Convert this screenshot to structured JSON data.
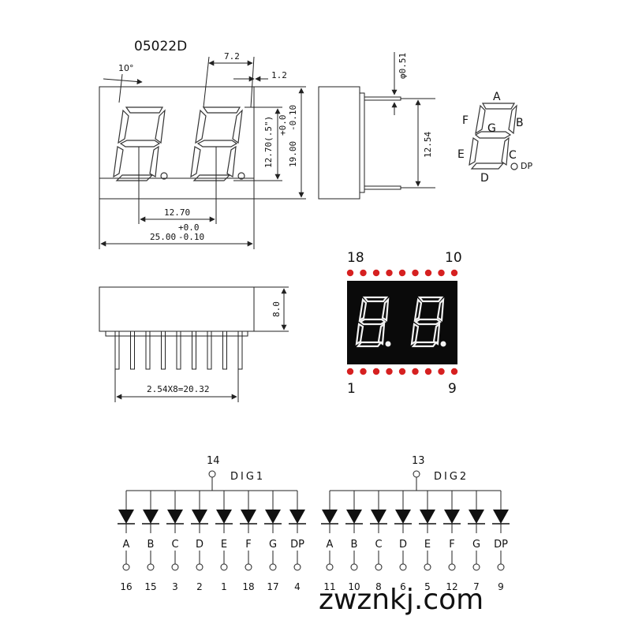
{
  "part_number": "05022D",
  "front_view": {
    "angle": "10°",
    "digit_width": "7.2",
    "offset": "1.2",
    "digit_height": "12.70(.5\")",
    "height_tol_plus": "+0.0",
    "height_total": "19.00",
    "height_tol_minus": "-0.10",
    "digit_pitch": "12.70",
    "width_tol_plus": "+0.0",
    "width_total": "25.00",
    "width_tol_minus": "-0.10"
  },
  "side_view": {
    "pin_diameter": "φ0.51",
    "pin_spacing": "12.54"
  },
  "bottom_view": {
    "depth": "8.0",
    "pin_pitch": "2.54X8=20.32"
  },
  "segment_map": {
    "labels": [
      "A",
      "B",
      "C",
      "D",
      "E",
      "F",
      "G",
      "DP"
    ]
  },
  "photo": {
    "pin_top_left": "18",
    "pin_top_right": "10",
    "pin_bottom_left": "1",
    "pin_bottom_right": "9"
  },
  "schematic": {
    "digit1": {
      "common_pin": "14",
      "name": "DIG1",
      "segments": [
        "A",
        "B",
        "C",
        "D",
        "E",
        "F",
        "G",
        "DP"
      ],
      "pins": [
        "16",
        "15",
        "3",
        "2",
        "1",
        "18",
        "17",
        "4"
      ]
    },
    "digit2": {
      "common_pin": "13",
      "name": "DIG2",
      "segments": [
        "A",
        "B",
        "C",
        "D",
        "E",
        "F",
        "G",
        "DP"
      ],
      "pins": [
        "11",
        "10",
        "8",
        "6",
        "5",
        "12",
        "7",
        "9"
      ]
    }
  },
  "watermark": "zwznkj.com",
  "colors": {
    "led_red": "#d62020",
    "display_body": "#0a0a0a",
    "segment_glow": "#f2f2f2"
  }
}
